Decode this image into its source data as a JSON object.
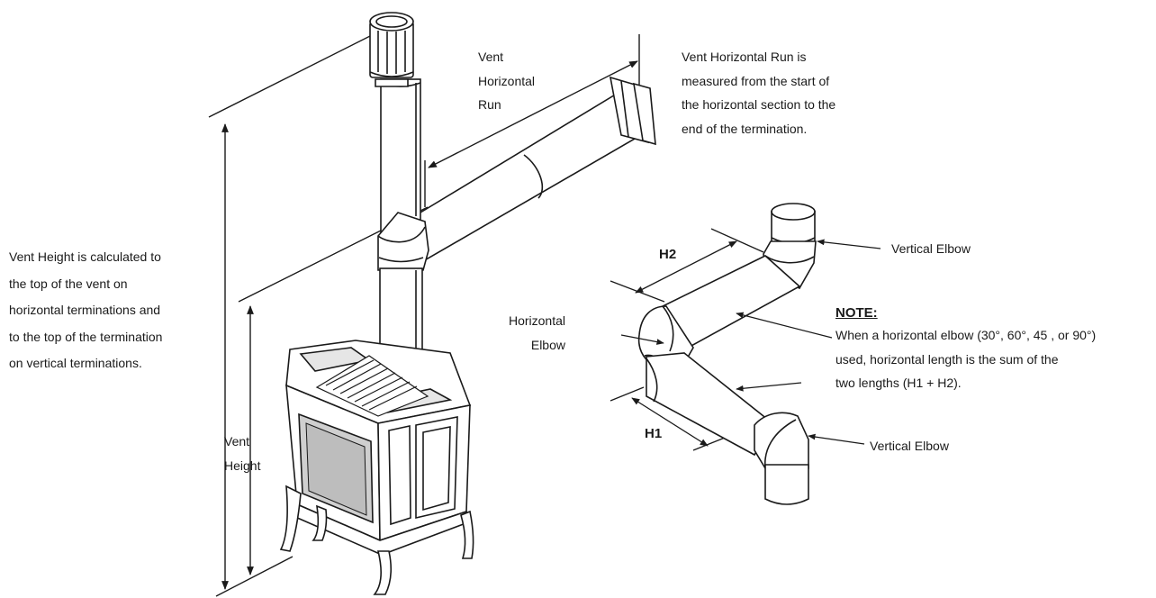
{
  "labels": {
    "vent_horizontal_run": [
      "Vent",
      "Horizontal",
      "Run"
    ],
    "vent_horizontal_run_note": [
      "Vent Horizontal Run is",
      "measured from the start of",
      "the horizontal section to the",
      "end of the termination."
    ],
    "vent_height_note": [
      "Vent Height is calculated to",
      "the top of the vent on",
      "horizontal terminations and",
      "to the top of the termination",
      "on vertical terminations."
    ],
    "vent_height": [
      "Vent",
      "Height"
    ],
    "h1": "H1",
    "h2": "H2",
    "horizontal_elbow": [
      "Horizontal",
      "Elbow"
    ],
    "vertical_elbow_top": "Vertical Elbow",
    "vertical_elbow_bottom": "Vertical Elbow",
    "note_title": "NOTE:",
    "note_lines": [
      "When a horizontal elbow (30°, 60°, 45 , or 90°)",
      "used, horizontal length is the sum of the",
      "two lengths (H1 + H2)."
    ]
  },
  "colors": {
    "line": "#1a1a1a",
    "fill": "#ffffff",
    "glass": "#cfcfcf"
  }
}
